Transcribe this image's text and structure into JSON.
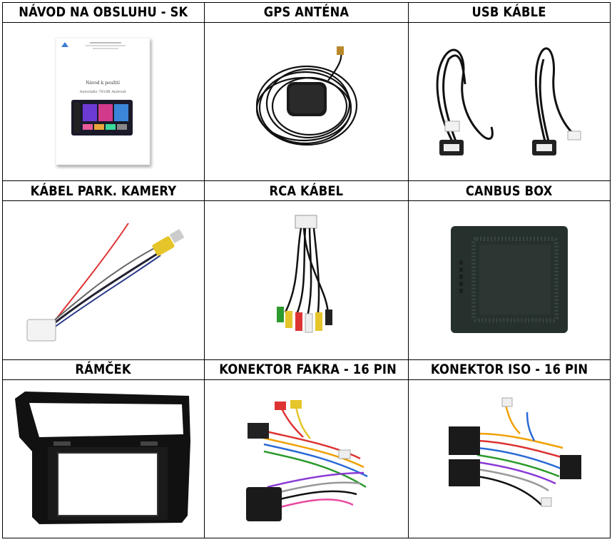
{
  "table": {
    "headers": [
      [
        "NÁVOD NA OBSLUHU - SK",
        "GPS ANTÉNA",
        "USB KÁBLE"
      ],
      [
        "KÁBEL PARK. KAMERY",
        "RCA KÁBEL",
        "CANBUS BOX"
      ],
      [
        "RÁMČEK",
        "KONEKTOR FAKRA - 16 PIN",
        "KONEKTOR ISO - 16 PIN"
      ]
    ]
  },
  "manual": {
    "title": "Návod k použití",
    "subtitle": "Autorádio 7010B Android"
  },
  "icons": {
    "manual": "manual-document-image",
    "gps": "gps-antenna-image",
    "usb": "usb-cables-image",
    "camera": "camera-cable-image",
    "rca": "rca-cable-image",
    "canbus": "canbus-box-image",
    "frame": "frame-image",
    "fakra": "fakra-connector-image",
    "iso": "iso-connector-image"
  }
}
